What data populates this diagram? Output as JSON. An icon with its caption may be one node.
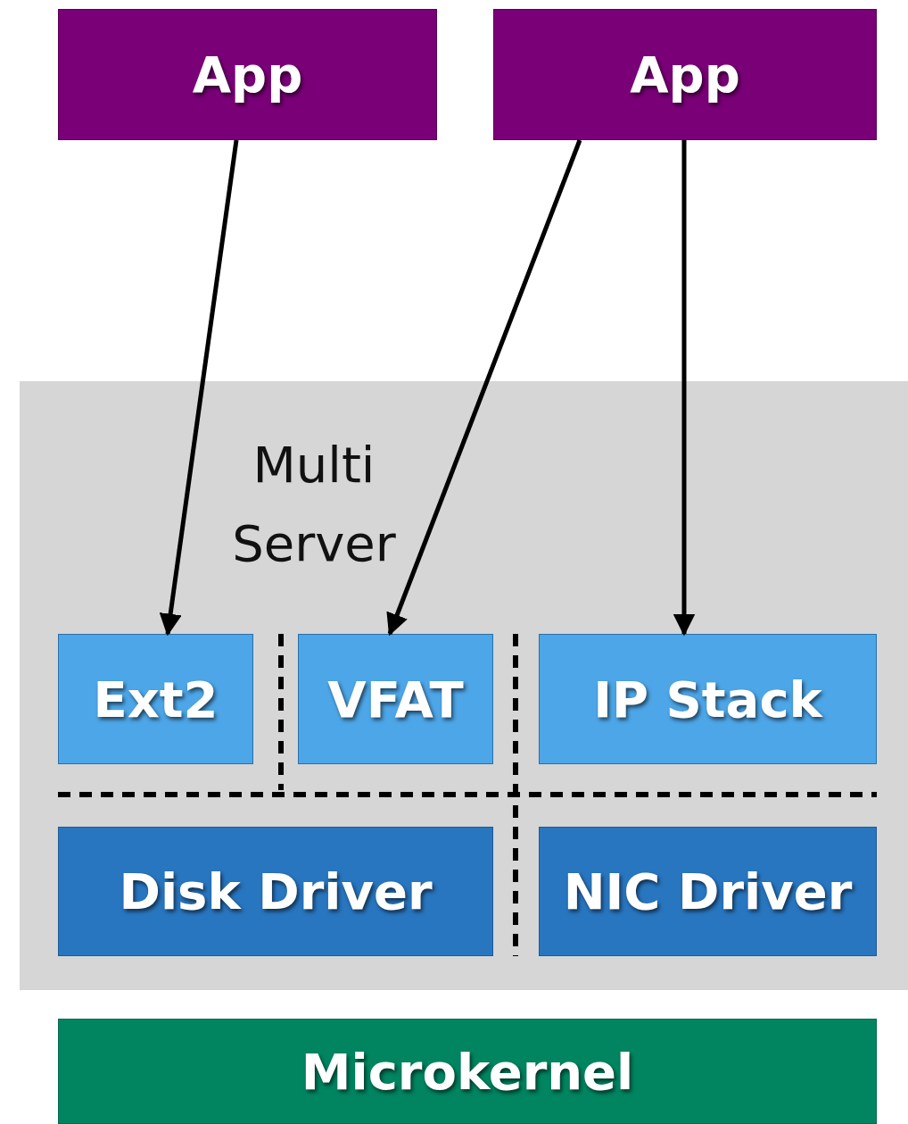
{
  "diagram": {
    "nodes": [
      {
        "text": [
          "App"
        ]
      },
      {
        "text": [
          "App"
        ]
      },
      {
        "text": [
          "Multi Server"
        ]
      },
      {
        "text": [
          "Ext2"
        ],
        "in": 2
      },
      {
        "text": [
          "VFAT"
        ],
        "in": 2
      },
      {
        "text": [
          "IP Stack"
        ],
        "in": 2
      },
      {
        "text": [
          "Disk Driver"
        ],
        "in": 2
      },
      {
        "text": [
          "NIC Driver"
        ],
        "in": 2
      },
      {
        "text": [
          "Microkernel"
        ]
      }
    ],
    "edges": [
      {
        "from": 0,
        "to": 3,
        "arrow": "to"
      },
      {
        "from": 1,
        "to": 4,
        "arrow": "to"
      },
      {
        "from": 1,
        "to": 5,
        "arrow": "to"
      }
    ]
  }
}
